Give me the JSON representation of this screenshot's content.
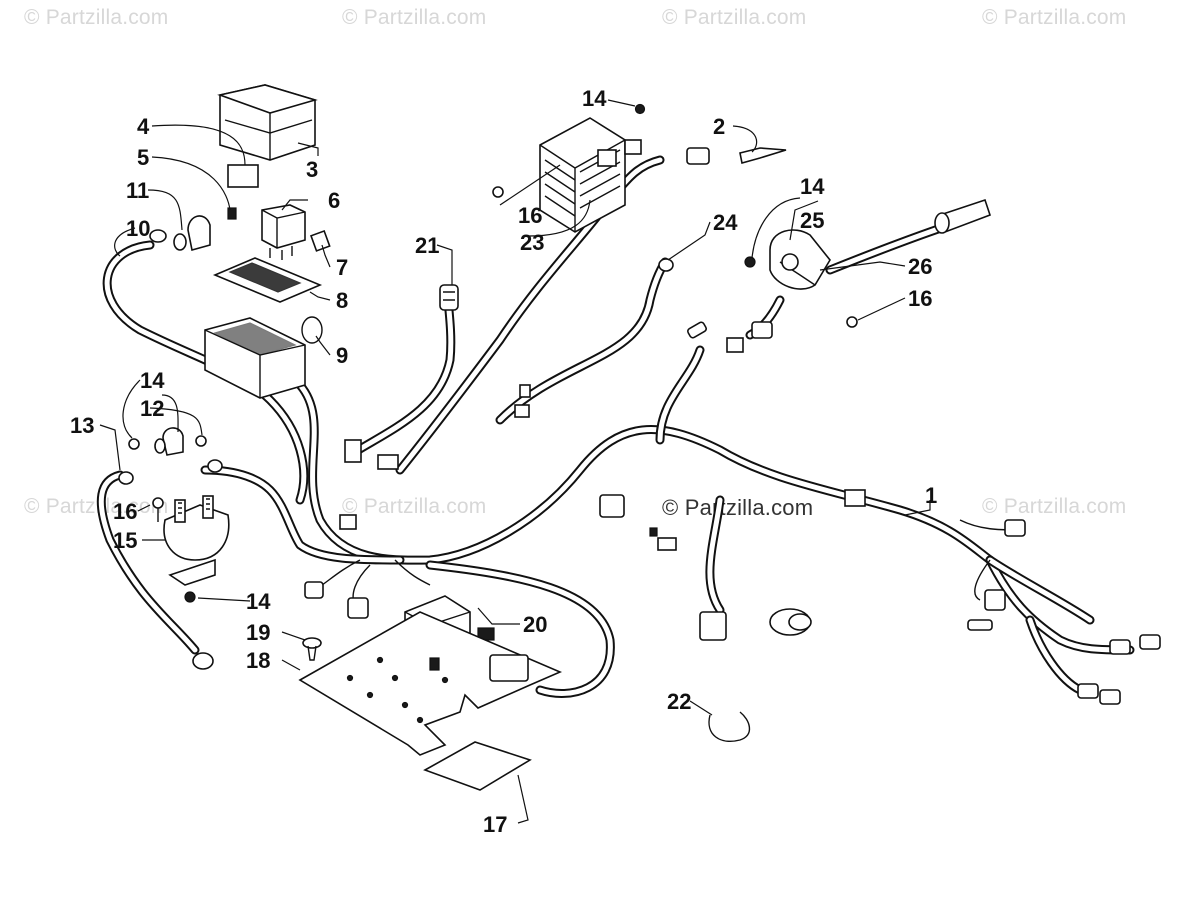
{
  "watermarks": {
    "top": [
      "© Partzilla.com",
      "© Partzilla.com",
      "© Partzilla.com",
      "© Partzilla.com"
    ],
    "middle": [
      "© Partzilla.com",
      "© Partzilla.com",
      "© Partzilla.com",
      "© Partzilla.com"
    ]
  },
  "callouts": [
    "1",
    "2",
    "3",
    "4",
    "5",
    "6",
    "7",
    "8",
    "9",
    "10",
    "11",
    "12",
    "13",
    "14",
    "14",
    "14",
    "14",
    "15",
    "16",
    "16",
    "16",
    "17",
    "18",
    "19",
    "20",
    "21",
    "22",
    "23",
    "24",
    "25",
    "26"
  ]
}
